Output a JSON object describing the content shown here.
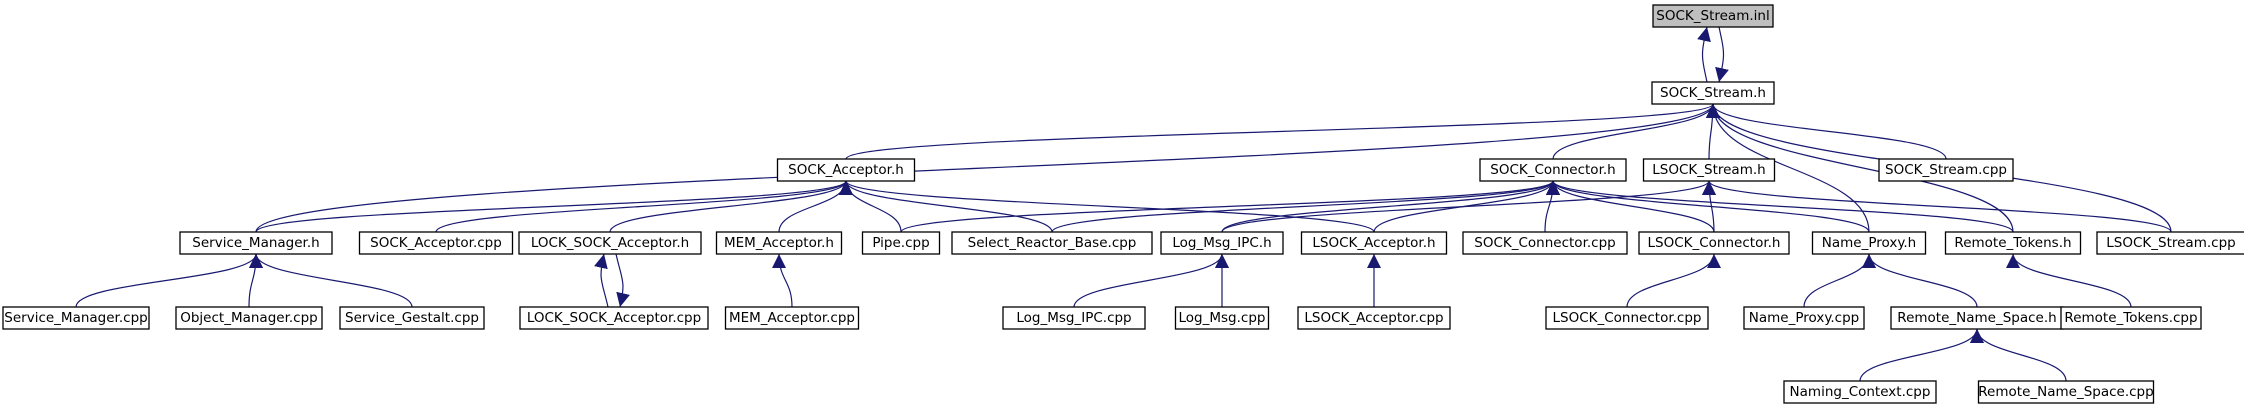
{
  "colors": {
    "edge": "#191970",
    "root_fill": "#bfbfbf",
    "node_fill": "#ffffff",
    "border": "#000000"
  },
  "nodes": [
    {
      "id": "sock_stream_inl",
      "label": "SOCK_Stream.inl"
    },
    {
      "id": "sock_stream_h",
      "label": "SOCK_Stream.h"
    },
    {
      "id": "sock_acceptor_h",
      "label": "SOCK_Acceptor.h"
    },
    {
      "id": "sock_connector_h",
      "label": "SOCK_Connector.h"
    },
    {
      "id": "lsock_stream_h",
      "label": "LSOCK_Stream.h"
    },
    {
      "id": "sock_stream_cpp",
      "label": "SOCK_Stream.cpp"
    },
    {
      "id": "service_manager_h",
      "label": "Service_Manager.h"
    },
    {
      "id": "sock_acceptor_cpp",
      "label": "SOCK_Acceptor.cpp"
    },
    {
      "id": "lock_sock_acceptor_h",
      "label": "LOCK_SOCK_Acceptor.h"
    },
    {
      "id": "mem_acceptor_h",
      "label": "MEM_Acceptor.h"
    },
    {
      "id": "pipe_cpp",
      "label": "Pipe.cpp"
    },
    {
      "id": "select_reactor_base_cpp",
      "label": "Select_Reactor_Base.cpp"
    },
    {
      "id": "log_msg_ipc_h",
      "label": "Log_Msg_IPC.h"
    },
    {
      "id": "lsock_acceptor_h",
      "label": "LSOCK_Acceptor.h"
    },
    {
      "id": "sock_connector_cpp",
      "label": "SOCK_Connector.cpp"
    },
    {
      "id": "lsock_connector_h",
      "label": "LSOCK_Connector.h"
    },
    {
      "id": "name_proxy_h",
      "label": "Name_Proxy.h"
    },
    {
      "id": "remote_tokens_h",
      "label": "Remote_Tokens.h"
    },
    {
      "id": "lsock_stream_cpp",
      "label": "LSOCK_Stream.cpp"
    },
    {
      "id": "service_manager_cpp",
      "label": "Service_Manager.cpp"
    },
    {
      "id": "object_manager_cpp",
      "label": "Object_Manager.cpp"
    },
    {
      "id": "service_gestalt_cpp",
      "label": "Service_Gestalt.cpp"
    },
    {
      "id": "lock_sock_acceptor_cpp",
      "label": "LOCK_SOCK_Acceptor.cpp"
    },
    {
      "id": "mem_acceptor_cpp",
      "label": "MEM_Acceptor.cpp"
    },
    {
      "id": "log_msg_ipc_cpp",
      "label": "Log_Msg_IPC.cpp"
    },
    {
      "id": "log_msg_cpp",
      "label": "Log_Msg.cpp"
    },
    {
      "id": "lsock_acceptor_cpp",
      "label": "LSOCK_Acceptor.cpp"
    },
    {
      "id": "lsock_connector_cpp",
      "label": "LSOCK_Connector.cpp"
    },
    {
      "id": "name_proxy_cpp",
      "label": "Name_Proxy.cpp"
    },
    {
      "id": "remote_name_space_h",
      "label": "Remote_Name_Space.h"
    },
    {
      "id": "remote_tokens_cpp",
      "label": "Remote_Tokens.cpp"
    },
    {
      "id": "naming_context_cpp",
      "label": "Naming_Context.cpp"
    },
    {
      "id": "remote_name_space_cpp",
      "label": "Remote_Name_Space.cpp"
    }
  ],
  "edges": [
    [
      "sock_stream_h",
      "sock_stream_inl"
    ],
    [
      "sock_stream_inl",
      "sock_stream_h"
    ],
    [
      "sock_acceptor_h",
      "sock_stream_h"
    ],
    [
      "sock_connector_h",
      "sock_stream_h"
    ],
    [
      "lsock_stream_h",
      "sock_stream_h"
    ],
    [
      "sock_stream_cpp",
      "sock_stream_h"
    ],
    [
      "service_manager_h",
      "sock_stream_h"
    ],
    [
      "name_proxy_h",
      "sock_stream_h"
    ],
    [
      "remote_tokens_h",
      "sock_stream_h"
    ],
    [
      "lsock_stream_cpp",
      "sock_stream_h"
    ],
    [
      "service_manager_h",
      "sock_acceptor_h"
    ],
    [
      "sock_acceptor_cpp",
      "sock_acceptor_h"
    ],
    [
      "lock_sock_acceptor_h",
      "sock_acceptor_h"
    ],
    [
      "mem_acceptor_h",
      "sock_acceptor_h"
    ],
    [
      "pipe_cpp",
      "sock_acceptor_h"
    ],
    [
      "select_reactor_base_cpp",
      "sock_acceptor_h"
    ],
    [
      "lsock_acceptor_h",
      "sock_acceptor_h"
    ],
    [
      "pipe_cpp",
      "sock_connector_h"
    ],
    [
      "select_reactor_base_cpp",
      "sock_connector_h"
    ],
    [
      "log_msg_ipc_h",
      "sock_connector_h"
    ],
    [
      "lsock_acceptor_h",
      "sock_connector_h"
    ],
    [
      "sock_connector_cpp",
      "sock_connector_h"
    ],
    [
      "lsock_connector_h",
      "sock_connector_h"
    ],
    [
      "name_proxy_h",
      "sock_connector_h"
    ],
    [
      "remote_tokens_h",
      "sock_connector_h"
    ],
    [
      "log_msg_ipc_h",
      "lsock_stream_h"
    ],
    [
      "lsock_connector_h",
      "lsock_stream_h"
    ],
    [
      "lsock_stream_cpp",
      "lsock_stream_h"
    ],
    [
      "service_manager_cpp",
      "service_manager_h"
    ],
    [
      "object_manager_cpp",
      "service_manager_h"
    ],
    [
      "service_gestalt_cpp",
      "service_manager_h"
    ],
    [
      "lock_sock_acceptor_cpp",
      "lock_sock_acceptor_h"
    ],
    [
      "lock_sock_acceptor_h",
      "lock_sock_acceptor_cpp"
    ],
    [
      "mem_acceptor_cpp",
      "mem_acceptor_h"
    ],
    [
      "log_msg_ipc_cpp",
      "log_msg_ipc_h"
    ],
    [
      "log_msg_cpp",
      "log_msg_ipc_h"
    ],
    [
      "lsock_acceptor_cpp",
      "lsock_acceptor_h"
    ],
    [
      "lsock_connector_cpp",
      "lsock_connector_h"
    ],
    [
      "name_proxy_cpp",
      "name_proxy_h"
    ],
    [
      "remote_name_space_h",
      "name_proxy_h"
    ],
    [
      "remote_tokens_cpp",
      "remote_tokens_h"
    ],
    [
      "naming_context_cpp",
      "remote_name_space_h"
    ],
    [
      "remote_name_space_cpp",
      "remote_name_space_h"
    ]
  ]
}
